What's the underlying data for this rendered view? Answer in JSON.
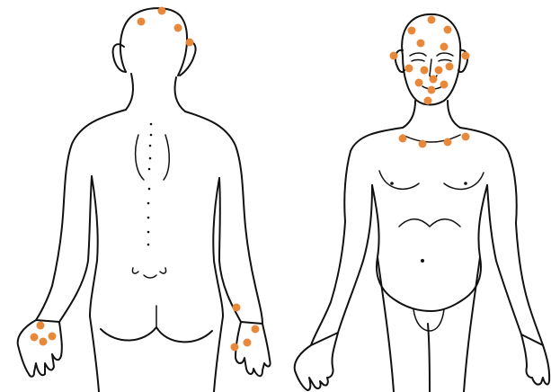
{
  "figure": {
    "views": [
      {
        "id": "back",
        "label": ""
      },
      {
        "id": "front",
        "label": ""
      }
    ],
    "marker_color": "#E8883A",
    "line_color": "#111111",
    "background": "#FFFFFF",
    "markers": {
      "back-head": 4,
      "back-hands": 8,
      "front-face": 16,
      "front-chest": 4
    }
  }
}
